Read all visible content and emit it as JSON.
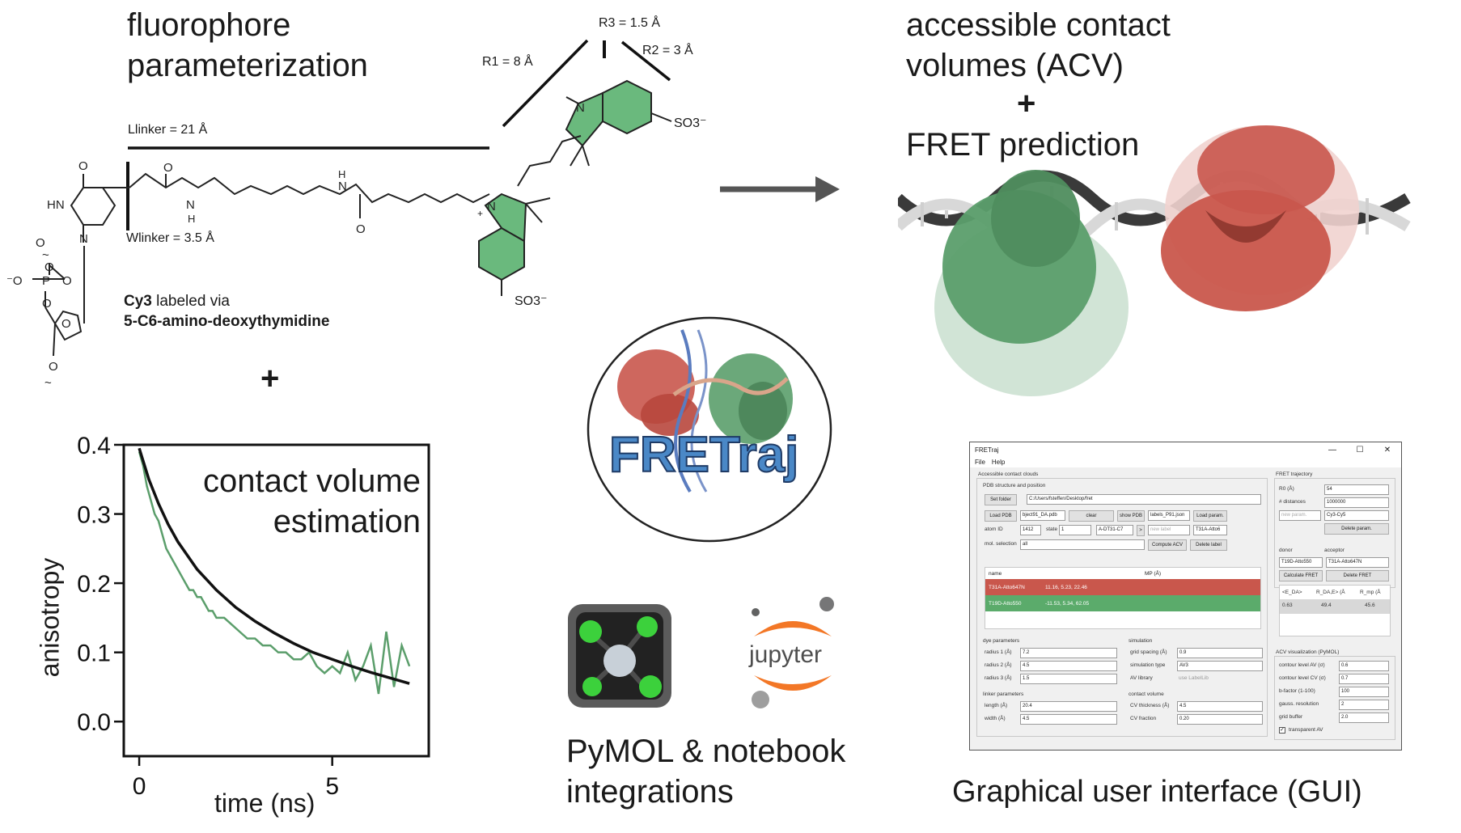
{
  "headings": {
    "fluorophore": [
      "fluorophore",
      "parameterization"
    ],
    "acv": [
      "accessible contact",
      "volumes (ACV)"
    ],
    "acv_plus": "+",
    "fret": "FRET prediction",
    "plus_left": "+",
    "pymol": [
      "PyMOL & notebook",
      "integrations"
    ],
    "gui": "Graphical user interface (GUI)"
  },
  "chem": {
    "r3": "R3 = 1.5 Å",
    "r1": "R1 = 8 Å",
    "r2": "R2 = 3 Å",
    "llinker": "Llinker = 21 Å",
    "wlinker": "Wlinker = 3.5 Å",
    "caption_bold": "Cy3",
    "caption_rest": " labeled via",
    "caption_line2": "5-C6-amino-deoxythymidine",
    "so3_top": "SO3⁻",
    "so3_bottom": "SO3⁻"
  },
  "logo": {
    "text": "FRETraj",
    "jupyter": "jupyter"
  },
  "colors": {
    "green": "#5b9e6b",
    "dye_green": "#6ab97d",
    "red": "#c9574c",
    "dark": "#222222",
    "jupyter_orange": "#f37726",
    "logo_blue": "#4a88c7"
  },
  "chart_data": {
    "type": "line",
    "title": "contact volume estimation",
    "title_lines": [
      "contact volume",
      "estimation"
    ],
    "xlabel": "time (ns)",
    "ylabel": "anisotropy",
    "xlim": [
      -0.4,
      7.5
    ],
    "ylim": [
      -0.05,
      0.4
    ],
    "xticks": [
      0,
      5
    ],
    "yticks": [
      "0.0",
      "0.1",
      "0.2",
      "0.3",
      "0.4"
    ],
    "series": [
      {
        "kind": "noisy-data",
        "color": "#5b9e6b",
        "x": [
          0,
          0.1,
          0.2,
          0.3,
          0.4,
          0.5,
          0.6,
          0.7,
          0.8,
          0.9,
          1.0,
          1.1,
          1.2,
          1.3,
          1.4,
          1.5,
          1.6,
          1.7,
          1.8,
          1.9,
          2.0,
          2.2,
          2.4,
          2.6,
          2.8,
          3.0,
          3.2,
          3.4,
          3.6,
          3.8,
          4.0,
          4.2,
          4.4,
          4.6,
          4.8,
          5.0,
          5.2,
          5.4,
          5.6,
          5.8,
          6.0,
          6.2,
          6.4,
          6.6,
          6.8,
          7.0
        ],
        "y": [
          0.39,
          0.37,
          0.34,
          0.32,
          0.3,
          0.29,
          0.27,
          0.25,
          0.24,
          0.23,
          0.22,
          0.21,
          0.2,
          0.19,
          0.19,
          0.18,
          0.18,
          0.17,
          0.16,
          0.16,
          0.15,
          0.15,
          0.14,
          0.13,
          0.12,
          0.12,
          0.11,
          0.11,
          0.1,
          0.1,
          0.09,
          0.09,
          0.1,
          0.08,
          0.07,
          0.08,
          0.07,
          0.1,
          0.06,
          0.08,
          0.11,
          0.04,
          0.13,
          0.05,
          0.11,
          0.08
        ]
      },
      {
        "kind": "fit",
        "color": "#111111",
        "x": [
          0,
          0.25,
          0.5,
          0.75,
          1.0,
          1.5,
          2.0,
          2.5,
          3.0,
          3.5,
          4.0,
          4.5,
          5.0,
          5.5,
          6.0,
          6.5,
          7.0
        ],
        "y": [
          0.395,
          0.35,
          0.315,
          0.285,
          0.26,
          0.22,
          0.19,
          0.165,
          0.145,
          0.128,
          0.113,
          0.1,
          0.09,
          0.08,
          0.071,
          0.063,
          0.055
        ]
      }
    ]
  },
  "gui_window": {
    "title": "FRETraj",
    "controls": [
      "—",
      "☐",
      "✕"
    ],
    "menu": [
      "File",
      "Help"
    ],
    "acc_title": "Accessible contact clouds",
    "pdb_title": "PDB structure and position",
    "set_folder": "Set folder",
    "folder_path": "C:/Users/fsteffen/Desktop/fret",
    "load_pdb": "Load PDB",
    "pdb_file": "bject91_DA.pdb",
    "clear": "clear",
    "show_pdb": "show PDB",
    "labels_file": "labels_P91.json",
    "load_param": "Load param.",
    "atom_id_label": "atom ID",
    "atom_id": "1412",
    "state_label": "state",
    "state": "1",
    "atom_name": "A-DT31-C7",
    "arrow": ">",
    "new_label": "new label",
    "label_select": "T31A-Atto6",
    "mol_sel_label": "mol. selection",
    "mol_sel": "all",
    "compute_acv": "Compute ACV",
    "delete_label": "Delete label",
    "table_headers": [
      "name",
      "MP (Å)"
    ],
    "table_rows": [
      {
        "name": "T31A-Atto647N",
        "mp": "11.16, 5.23, 22.46"
      },
      {
        "name": "T19D-Atto550",
        "mp": "-11.53, 5.34, 62.05"
      }
    ],
    "dye_title": "dye parameters",
    "radius1_label": "radius 1 (Å)",
    "radius1": "7.2",
    "radius2_label": "radius 2 (Å)",
    "radius2": "4.5",
    "radius3_label": "radius 3 (Å)",
    "radius3": "1.5",
    "linker_title": "linker parameters",
    "length_label": "length (Å)",
    "length": "20.4",
    "width_label": "width (Å)",
    "width": "4.5",
    "sim_title": "simulation",
    "grid_label": "grid spacing (Å)",
    "grid": "0.9",
    "simtype_label": "simulation type",
    "simtype": "AV3",
    "avlib_label": "AV library",
    "labellib": "use LabelLib",
    "cv_title": "contact volume",
    "cvthick_label": "CV thickness (Å)",
    "cvthick": "4.5",
    "cvfrac_label": "CV fraction",
    "cvfrac": "0.20",
    "fret_title": "FRET trajectory",
    "r0_label": "R0 (Å)",
    "r0": "54",
    "ndist_label": "# distances",
    "ndist": "1000000",
    "new_param": "new param.",
    "pair": "Cy3-Cy5",
    "delete_param": "Delete param.",
    "donor_label": "donor",
    "acceptor_label": "acceptor",
    "donor": "T19D-Atto550",
    "acceptor": "T31A-Atto647N",
    "calc_fret": "Calculate FRET",
    "delete_fret": "Delete FRET",
    "fret_headers": [
      "<E_DA>",
      "R_DA,E> (Å",
      "R_mp (Å"
    ],
    "fret_values": [
      "0.63",
      "49.4",
      "45.6"
    ],
    "viz_title": "ACV visualization (PyMOL)",
    "contour_av_label": "contour level AV (σ)",
    "contour_av": "0.6",
    "contour_cv_label": "contour level CV (σ)",
    "contour_cv": "0.7",
    "bfactor_label": "b-factor (1-100)",
    "bfactor": "100",
    "gauss_label": "gauss. resolution",
    "gauss": "2",
    "gridbuf_label": "grid buffer",
    "gridbuf": "2.0",
    "transparent": "transparent AV"
  }
}
